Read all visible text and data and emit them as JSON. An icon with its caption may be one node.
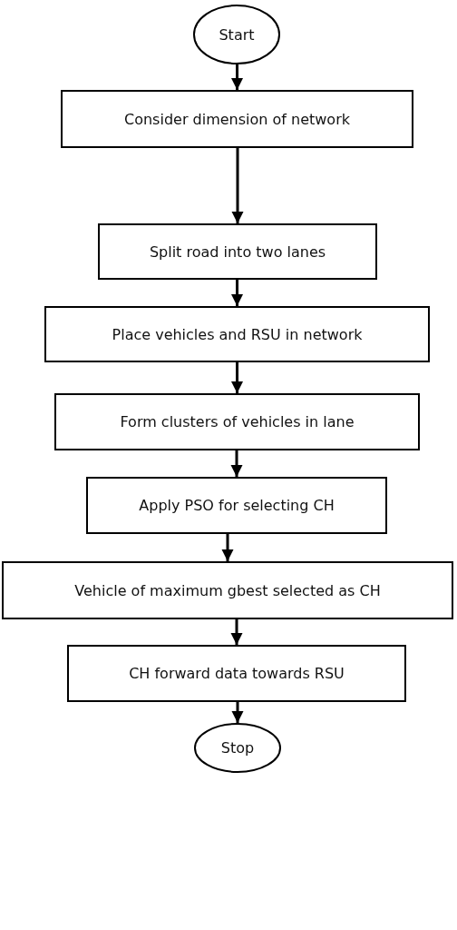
{
  "diagram": {
    "nodes": [
      {
        "text": [
          "Start"
        ]
      },
      {
        "text": [
          "Consider dimension of network"
        ]
      },
      {
        "text": [
          "Split road into two lanes"
        ]
      },
      {
        "text": [
          "Place vehicles and RSU in network"
        ]
      },
      {
        "text": [
          "Form clusters of vehicles in lane"
        ]
      },
      {
        "text": [
          "Apply PSO for selecting CH"
        ]
      },
      {
        "text": [
          "Vehicle of maximum gbest selected as CH"
        ]
      },
      {
        "text": [
          "CH forward data towards RSU"
        ]
      },
      {
        "text": [
          "Stop"
        ]
      }
    ],
    "edges": [
      {
        "from": 0,
        "to": 1,
        "arrow": "to"
      },
      {
        "from": 1,
        "to": 2,
        "arrow": "to"
      },
      {
        "from": 2,
        "to": 3,
        "arrow": "to"
      },
      {
        "from": 3,
        "to": 4,
        "arrow": "to"
      },
      {
        "from": 4,
        "to": 5,
        "arrow": "to"
      },
      {
        "from": 5,
        "to": 6,
        "arrow": "to"
      },
      {
        "from": 6,
        "to": 7,
        "arrow": "to"
      },
      {
        "from": 7,
        "to": 8,
        "arrow": "to"
      }
    ]
  }
}
